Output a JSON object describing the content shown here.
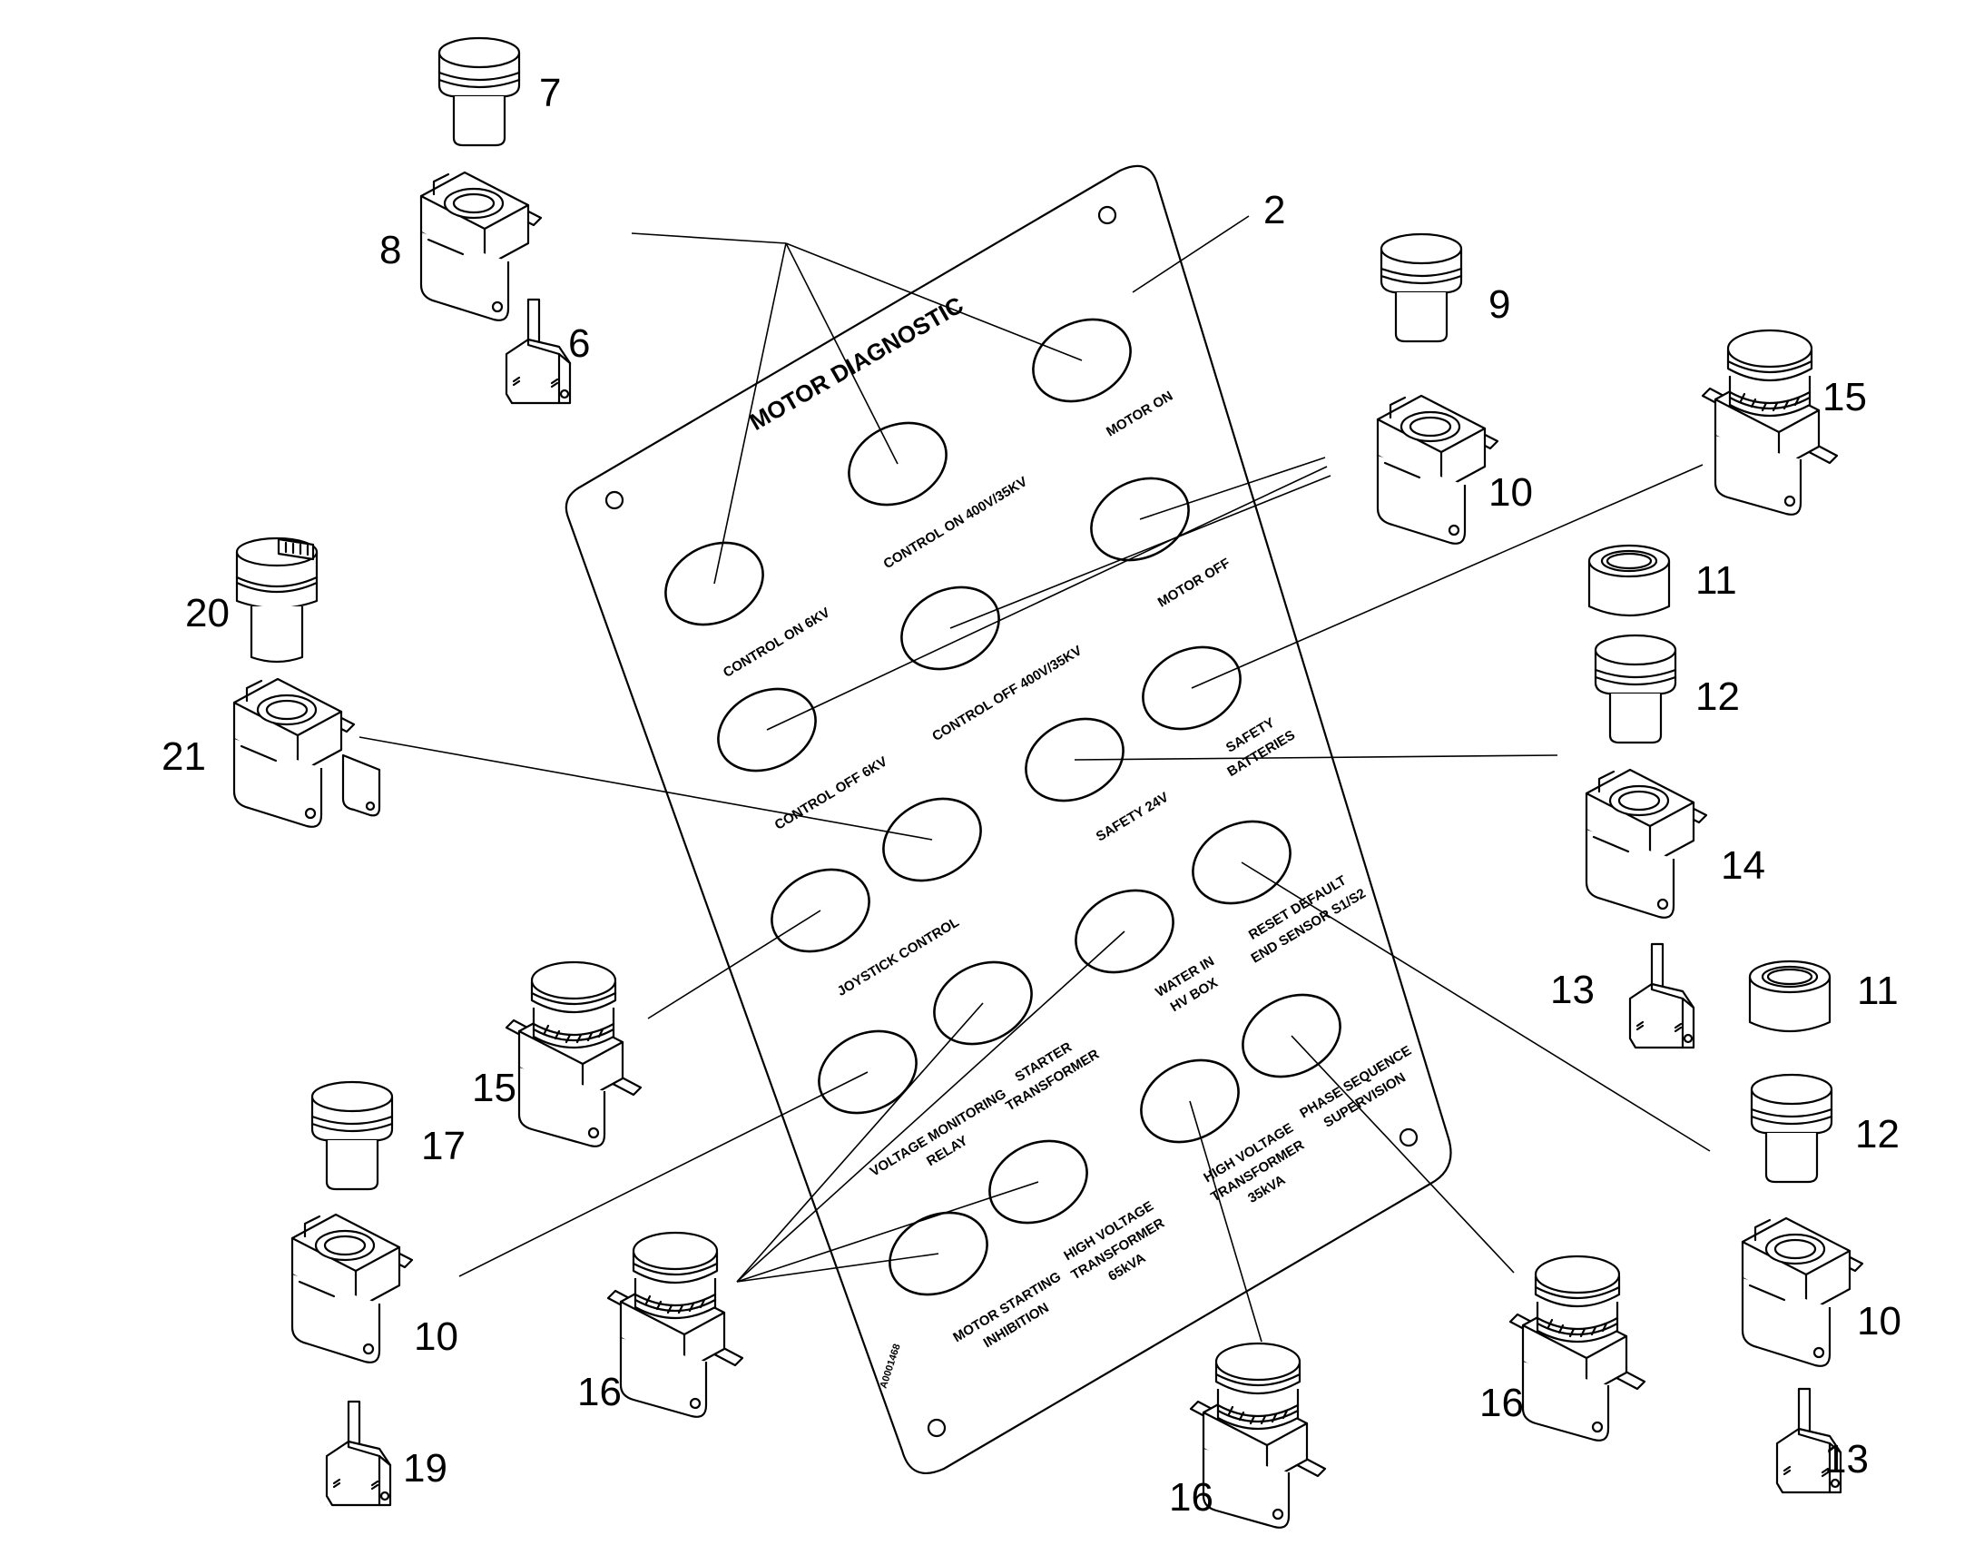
{
  "panel": {
    "title": "MOTOR DIAGNOSTIC",
    "code": "A0001468",
    "labels": {
      "motor_on": "MOTOR ON",
      "control_on_400": "CONTROL ON 400V/35KV",
      "control_on_6kv": "CONTROL ON 6KV",
      "motor_off": "MOTOR OFF",
      "control_off_400": "CONTROL OFF 400V/35KV",
      "control_off_6kv": "CONTROL OFF 6KV",
      "safety_battery_1": "SAFETY",
      "safety_battery_2": "BATTERIES",
      "safety_24v": "SAFETY 24V",
      "joystick": "JOYSTICK CONTROL",
      "reset_1": "RESET DEFAULT",
      "reset_2": "END SENSOR S1/S2",
      "water_1": "WATER IN",
      "water_2": "HV BOX",
      "starter_1": "STARTER",
      "starter_2": "TRANSFORMER",
      "vmr_1": "VOLTAGE MONITORING",
      "vmr_2": "RELAY",
      "phase_1": "PHASE SEQUENCE",
      "phase_2": "SUPERVISION",
      "hvt35_1": "HIGH VOLTAGE",
      "hvt35_2": "TRANSFORMER",
      "hvt35_3": "35kVA",
      "hvt65_1": "HIGH VOLTAGE",
      "hvt65_2": "TRANSFORMER",
      "hvt65_3": "65kVA",
      "msi_1": "MOTOR STARTING",
      "msi_2": "INHIBITION"
    }
  },
  "callouts": {
    "n2": "2",
    "n6": "6",
    "n7": "7",
    "n8": "8",
    "n9": "9",
    "n10a": "10",
    "n15a": "15",
    "n11a": "11",
    "n12a": "12",
    "n14": "14",
    "n13a": "13",
    "n11b": "11",
    "n12b": "12",
    "n10b": "10",
    "n13b": "13",
    "n20": "20",
    "n21": "21",
    "n15b": "15",
    "n17": "17",
    "n10c": "10",
    "n19": "19",
    "n16a": "16",
    "n16b": "16",
    "n16c": "16"
  }
}
